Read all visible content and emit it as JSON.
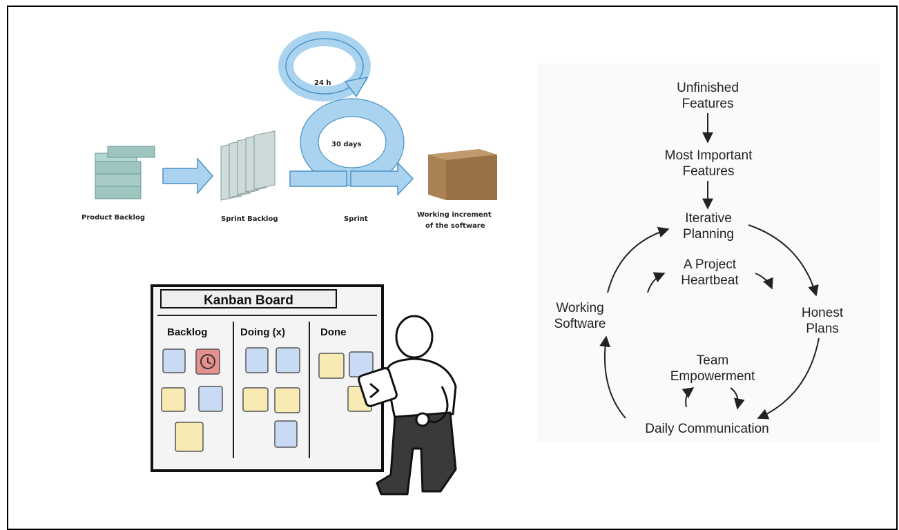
{
  "scrum": {
    "loop_daily": "24 h",
    "loop_sprint": "30 days",
    "product_backlog": "Product Backlog",
    "sprint_backlog": "Sprint Backlog",
    "sprint": "Sprint",
    "increment_line1": "Working increment",
    "increment_line2": "of the software",
    "colors": {
      "arrow_fill": "#a9d3ee",
      "arrow_stroke": "#4a92c7",
      "box": "#a98155",
      "stack": "#9ec5c0"
    }
  },
  "kanban": {
    "title": "Kanban Board",
    "columns": [
      "Backlog",
      "Doing (x)",
      "Done"
    ],
    "colors": {
      "blue_note": "#c9daf5",
      "yellow_note": "#f8eab3",
      "red_note": "#e79090"
    }
  },
  "cycle": {
    "unfinished_1": "Unfinished",
    "unfinished_2": "Features",
    "important_1": "Most Important",
    "important_2": "Features",
    "iterative_1": "Iterative",
    "iterative_2": "Planning",
    "heartbeat_1": "A Project",
    "heartbeat_2": "Heartbeat",
    "working_1": "Working",
    "working_2": "Software",
    "honest_1": "Honest",
    "honest_2": "Plans",
    "team_1": "Team",
    "team_2": "Empowerment",
    "daily": "Daily Communication"
  }
}
